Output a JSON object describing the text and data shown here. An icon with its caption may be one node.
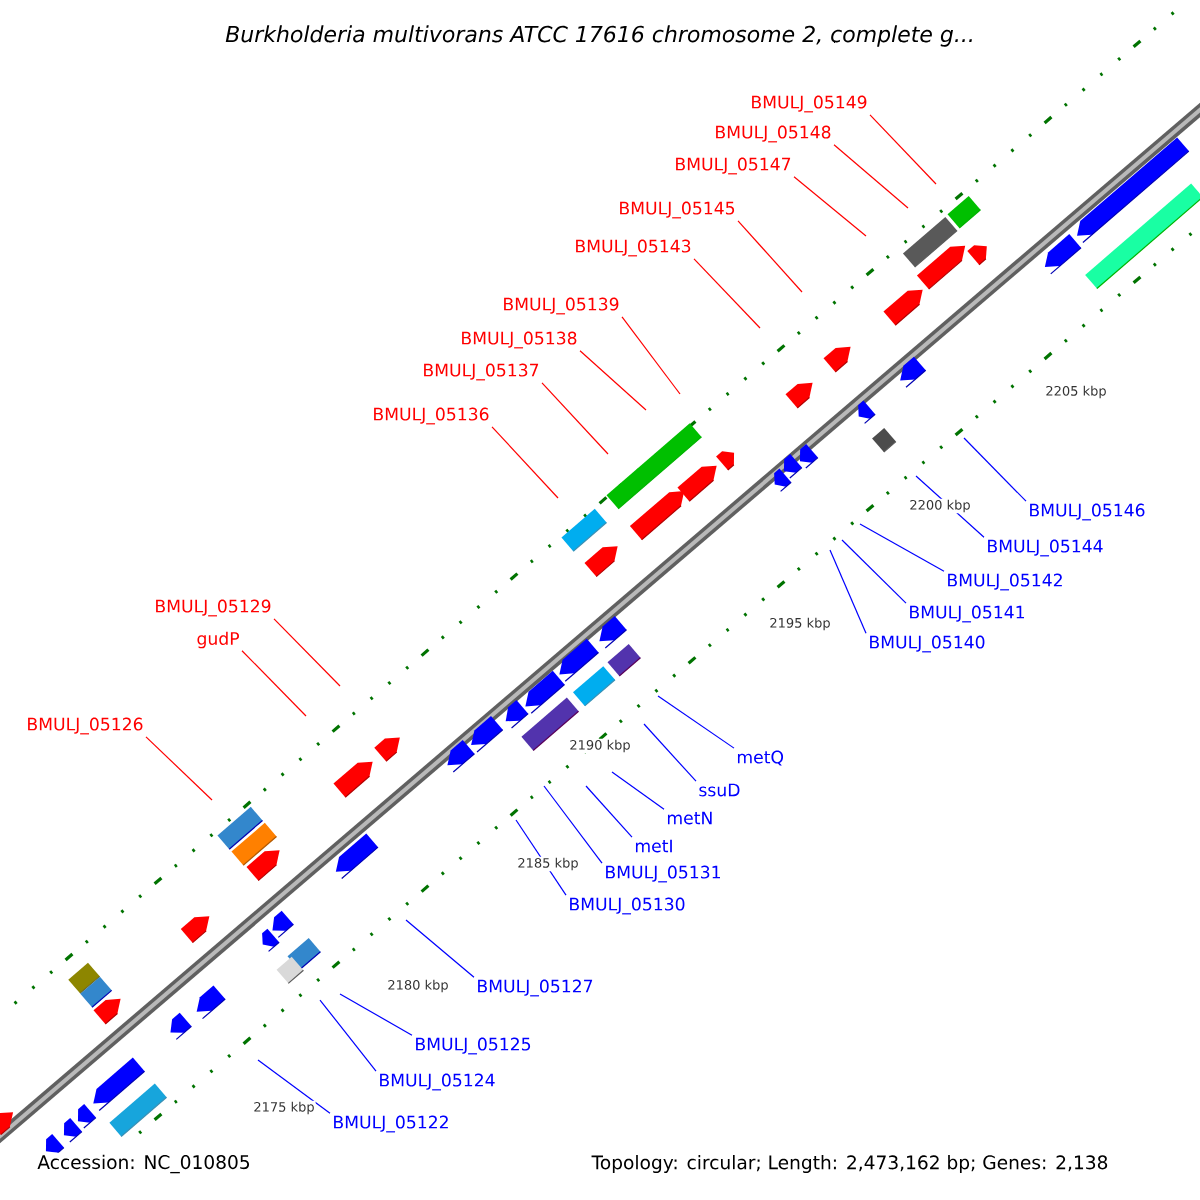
{
  "diagram": {
    "title": "Burkholderia multivorans ATCC 17616 chromosome 2, complete g...",
    "nodes": [
      {
        "text": [
          "BMULJ_05149"
        ]
      },
      {
        "text": [
          "BMULJ_05148"
        ]
      },
      {
        "text": [
          "BMULJ_05147"
        ]
      },
      {
        "text": [
          "BMULJ_05145"
        ]
      },
      {
        "text": [
          "BMULJ_05143"
        ]
      },
      {
        "text": [
          "BMULJ_05139"
        ]
      },
      {
        "text": [
          "BMULJ_05138"
        ]
      },
      {
        "text": [
          "BMULJ_05137"
        ]
      },
      {
        "text": [
          "BMULJ_05136"
        ]
      },
      {
        "text": [
          "BMULJ_05129"
        ]
      },
      {
        "text": [
          "gudP"
        ]
      },
      {
        "text": [
          "BMULJ_05126"
        ]
      },
      {
        "text": [
          "BMULJ_05146"
        ]
      },
      {
        "text": [
          "BMULJ_05144"
        ]
      },
      {
        "text": [
          "BMULJ_05142"
        ]
      },
      {
        "text": [
          "BMULJ_05141"
        ]
      },
      {
        "text": [
          "BMULJ_05140"
        ]
      },
      {
        "text": [
          "metQ"
        ]
      },
      {
        "text": [
          "ssuD"
        ]
      },
      {
        "text": [
          "metN"
        ]
      },
      {
        "text": [
          "metI"
        ]
      },
      {
        "text": [
          "BMULJ_05131"
        ]
      },
      {
        "text": [
          "BMULJ_05130"
        ]
      },
      {
        "text": [
          "BMULJ_05127"
        ]
      },
      {
        "text": [
          "BMULJ_05125"
        ]
      },
      {
        "text": [
          "BMULJ_05124"
        ]
      },
      {
        "text": [
          "BMULJ_05122"
        ]
      }
    ],
    "edges": [
      {
        "from": 0,
        "to": null,
        "arrow": "none",
        "color": "#ff0000"
      },
      {
        "from": 1,
        "to": null,
        "arrow": "none",
        "color": "#ff0000"
      },
      {
        "from": 2,
        "to": null,
        "arrow": "none",
        "color": "#ff0000"
      },
      {
        "from": 3,
        "to": null,
        "arrow": "none",
        "color": "#ff0000"
      },
      {
        "from": 4,
        "to": null,
        "arrow": "none",
        "color": "#ff0000"
      },
      {
        "from": 5,
        "to": null,
        "arrow": "none",
        "color": "#ff0000"
      },
      {
        "from": 6,
        "to": null,
        "arrow": "none",
        "color": "#ff0000"
      },
      {
        "from": 7,
        "to": null,
        "arrow": "none",
        "color": "#ff0000"
      },
      {
        "from": 8,
        "to": null,
        "arrow": "none",
        "color": "#ff0000"
      },
      {
        "from": 9,
        "to": null,
        "arrow": "none",
        "color": "#ff0000"
      },
      {
        "from": 10,
        "to": null,
        "arrow": "none",
        "color": "#ff0000"
      },
      {
        "from": 11,
        "to": null,
        "arrow": "none",
        "color": "#ff0000"
      },
      {
        "from": 12,
        "to": null,
        "arrow": "none"
      },
      {
        "from": 13,
        "to": null,
        "arrow": "none"
      },
      {
        "from": 14,
        "to": null,
        "arrow": "none"
      },
      {
        "from": 15,
        "to": null,
        "arrow": "none"
      },
      {
        "from": 16,
        "to": null,
        "arrow": "none"
      },
      {
        "from": 17,
        "to": null,
        "arrow": "none"
      },
      {
        "from": 18,
        "to": null,
        "arrow": "none"
      },
      {
        "from": 19,
        "to": null,
        "arrow": "none"
      },
      {
        "from": 20,
        "to": null,
        "arrow": "none"
      },
      {
        "from": 21,
        "to": null,
        "arrow": "none"
      },
      {
        "from": 22,
        "to": null,
        "arrow": "none"
      },
      {
        "from": 23,
        "to": null,
        "arrow": "none"
      },
      {
        "from": 24,
        "to": null,
        "arrow": "none"
      },
      {
        "from": 25,
        "to": null,
        "arrow": "none"
      },
      {
        "from": 26,
        "to": null,
        "arrow": "none"
      }
    ],
    "labels": [
      "2205 kbp",
      "2200 kbp",
      "2195 kbp",
      "2190 kbp",
      "2185 kbp",
      "2180 kbp",
      "2175 kbp",
      "Accession: NC_010805",
      "Topology: circular; Length: 2,473,162 bp; Genes: 2,138"
    ]
  }
}
